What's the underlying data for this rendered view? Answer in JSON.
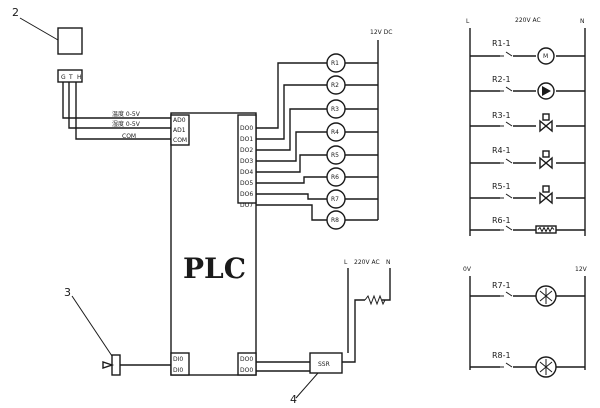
{
  "callouts": [
    "2",
    "3",
    "4"
  ],
  "sensor": {
    "terminals": [
      "G",
      "T",
      "H"
    ]
  },
  "plc": {
    "title": "PLC",
    "inputs": [
      "AD0",
      "AD1",
      "COM"
    ],
    "input_labels": [
      "温度 0-5V",
      "湿度 0-5V",
      "COM"
    ],
    "outputs": [
      "DO0",
      "DO1",
      "DO2",
      "DO3",
      "DO4",
      "DO5",
      "DO6",
      "DO7"
    ],
    "din": [
      "DI0",
      "DI0"
    ],
    "dout": [
      "DO0",
      "DO0"
    ]
  },
  "relays": [
    "R1",
    "R2",
    "R3",
    "R4",
    "R5",
    "R6",
    "R7",
    "R8"
  ],
  "supply_12v": "12V  DC",
  "ssr": {
    "label": "SSR",
    "supply": "220V AC",
    "l": "L",
    "n": "N"
  },
  "ladder_top": {
    "supply": "220V AC",
    "l": "L",
    "n": "N",
    "rungs": [
      "R1-1",
      "R2-1",
      "R3-1",
      "R4-1",
      "R5-1",
      "R6-1"
    ]
  },
  "ladder_bottom": {
    "left": "0V",
    "right": "12V",
    "rungs": [
      "R7-1",
      "R8-1"
    ]
  }
}
